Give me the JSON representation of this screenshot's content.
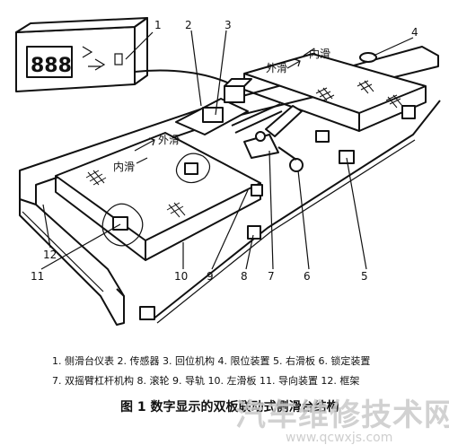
{
  "callouts": {
    "n1": "1",
    "n2": "2",
    "n3": "3",
    "n4": "4",
    "n5": "5",
    "n6": "6",
    "n7": "7",
    "n8": "8",
    "n9": "9",
    "n10": "10",
    "n11": "11",
    "n12": "12"
  },
  "directions": {
    "right_outer": "外滑",
    "right_inner": "内滑",
    "left_outer": "外滑",
    "left_inner": "内滑"
  },
  "legend": {
    "line1": "1. 侧滑台仪表  2. 传感器  3. 回位机构  4. 限位装置  5. 右滑板  6. 锁定装置",
    "line2": "7. 双摇臂杠杆机构  8. 滚轮  9. 导轨  10. 左滑板  11. 导向装置  12. 框架"
  },
  "caption": "图  1  数字显示的双板联动式侧滑台结构",
  "watermark": {
    "text": "汽车维修技术网",
    "url": "www.qcwxjs.com"
  }
}
